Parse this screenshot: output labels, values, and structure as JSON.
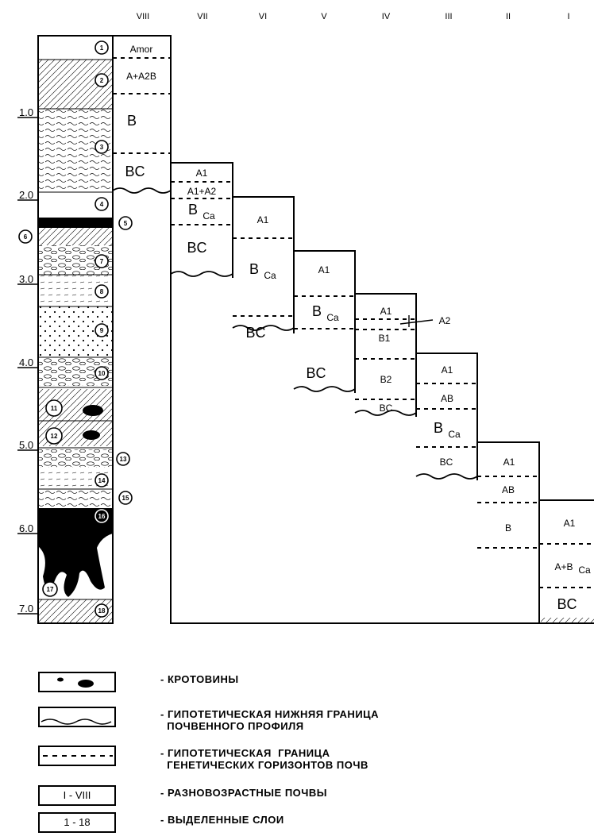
{
  "columns": [
    "VIII",
    "VII",
    "VI",
    "V",
    "IV",
    "III",
    "II",
    "I"
  ],
  "depth_labels": [
    "1.0",
    "2.0",
    "3.0",
    "4.0",
    "5.0",
    "6.0",
    "7.0"
  ],
  "layer_numbers": [
    "1",
    "2",
    "3",
    "4",
    "5",
    "6",
    "7",
    "8",
    "9",
    "10",
    "11",
    "12",
    "13",
    "14",
    "15",
    "16",
    "17",
    "18"
  ],
  "horizons": {
    "viii": [
      "Amor",
      "A+A2B",
      "B",
      "BC"
    ],
    "vii": [
      "A1",
      "A1+A2",
      "B",
      "Ca",
      "BC"
    ],
    "vi": [
      "A1",
      "B",
      "Ca",
      "BC"
    ],
    "v": [
      "A1",
      "B",
      "Ca",
      "BC"
    ],
    "iv": [
      "A1",
      "B1",
      "B2",
      "BC",
      "A2"
    ],
    "iii": [
      "A1",
      "AB",
      "B",
      "Ca",
      "BC"
    ],
    "ii": [
      "A1",
      "AB",
      "B"
    ],
    "i": [
      "A1",
      "A+B",
      "Ca",
      "BC"
    ]
  },
  "legend": [
    {
      "text": "- КРОТОВИНЫ",
      "code": ""
    },
    {
      "text": "- ГИПОТЕТИЧЕСКАЯ НИЖНЯЯ ГРАНИЦА\n  ПОЧВЕННОГО ПРОФИЛЯ",
      "code": ""
    },
    {
      "text": "- ГИПОТЕТИЧЕСКАЯ  ГРАНИЦА\n  ГЕНЕТИЧЕСКИХ ГОРИЗОНТОВ ПОЧВ",
      "code": ""
    },
    {
      "text": "- РАЗНОВОЗРАСТНЫЕ ПОЧВЫ",
      "code": "I - VIII"
    },
    {
      "text": "- ВЫДЕЛЕННЫЕ СЛОИ",
      "code": "1 - 18"
    }
  ]
}
